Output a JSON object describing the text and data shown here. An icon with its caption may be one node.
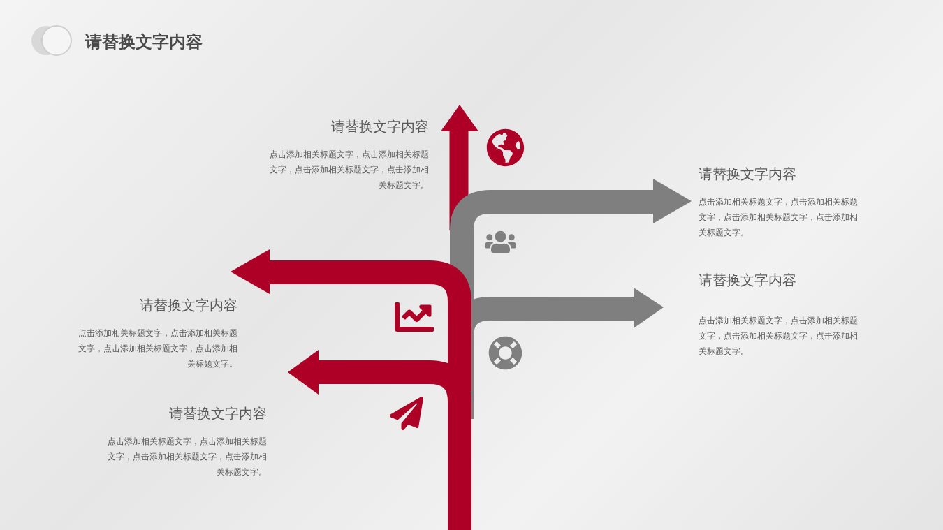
{
  "diagram": {
    "title": "请替换文字内容",
    "labels": [
      "请替换文字内容",
      "点击添加相关标题文字，点击添加相关标题文字，点击添加相关标题文字，点击添加相关标题文字。",
      "请替换文字内容",
      "点击添加相关标题文字，点击添加相关标题文字，点击添加相关标题文字，点击添加相关标题文字。",
      "请替换文字内容",
      "点击添加相关标题文字，点击添加相关标题文字，点击添加相关标题文字，点击添加相关标题文字。",
      "请替换文字内容",
      "点击添加相关标题文字，点击添加相关标题文字，点击添加相关标题文字，点击添加相关标题文字。",
      "请替换文字内容",
      "点击添加相关标题文字，点击添加相关标题文字，点击添加相关标题文字，点击添加相关标题文字。"
    ]
  }
}
